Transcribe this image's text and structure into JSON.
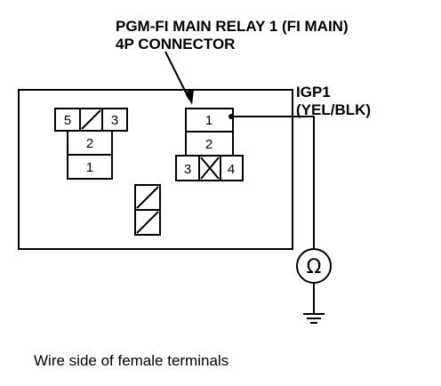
{
  "connector_title": {
    "line1": "PGM-FI MAIN RELAY 1 (FI MAIN)",
    "line2": "4P CONNECTOR"
  },
  "wire_label": {
    "name": "IGP1",
    "color": "(YEL/BLK)"
  },
  "left_connector": {
    "pin_top_left": "5",
    "pin_top_right": "3",
    "pin_middle": "2",
    "pin_bottom": "1"
  },
  "right_connector": {
    "pin_top": "1",
    "pin_middle": "2",
    "pin_bottom_left": "3",
    "pin_bottom_right": "4"
  },
  "meter": {
    "symbol": "Ω"
  },
  "caption": "Wire side of female terminals",
  "colors": {
    "line": "#000000",
    "background": "#ffffff"
  }
}
